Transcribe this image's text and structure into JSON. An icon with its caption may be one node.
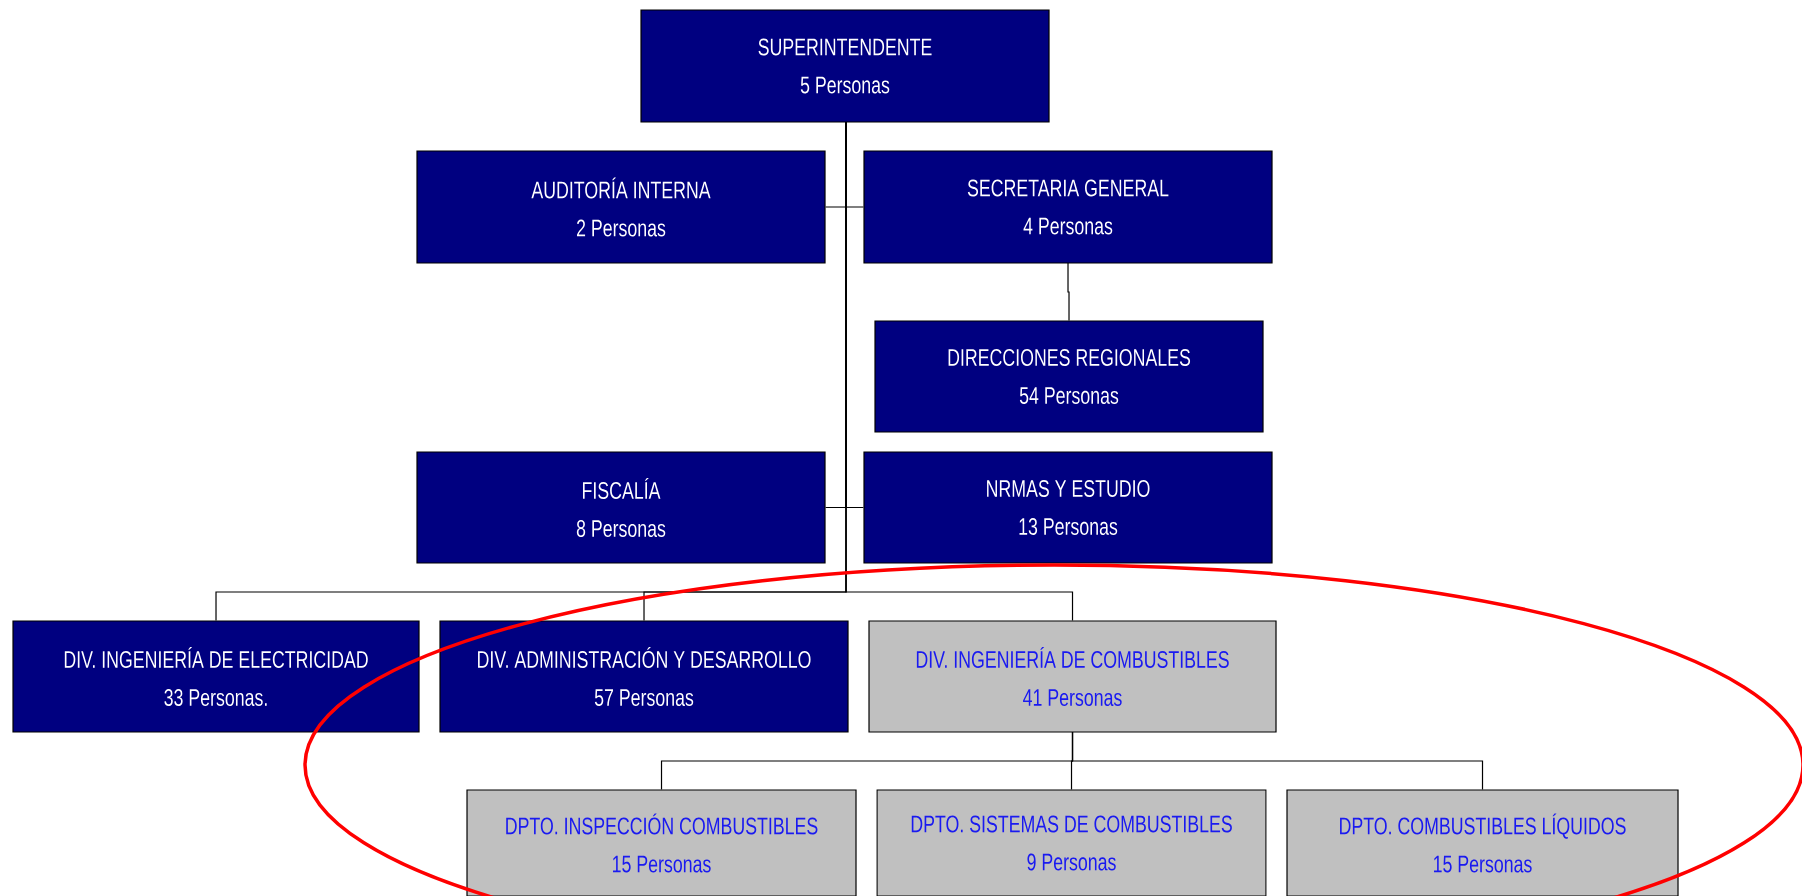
{
  "diagram": {
    "nodes": [
      {
        "text": [
          "SUPERINTENDENTE",
          "5 Personas"
        ]
      },
      {
        "text": [
          "AUDITORÍA INTERNA",
          "2 Personas"
        ]
      },
      {
        "text": [
          "SECRETARIA GENERAL",
          "4 Personas"
        ]
      },
      {
        "text": [
          "DIRECCIONES REGIONALES",
          "54 Personas"
        ]
      },
      {
        "text": [
          "FISCALÍA",
          "8 Personas"
        ]
      },
      {
        "text": [
          "NRMAS Y ESTUDIO",
          "13 Personas"
        ]
      },
      {
        "text": [
          "DIV. INGENIERÍA DE ELECTRICIDAD",
          "33 Personas."
        ]
      },
      {
        "text": [
          "DIV. ADMINISTRACIÓN Y DESARROLLO",
          "57 Personas"
        ]
      },
      {
        "text": [
          "DIV. INGENIERÍA DE COMBUSTIBLES",
          "41 Personas"
        ]
      },
      {
        "text": [
          "DPTO. INSPECCIÓN COMBUSTIBLES",
          "15 Personas"
        ]
      },
      {
        "text": [
          "DPTO. SISTEMAS DE COMBUSTIBLES",
          "9 Personas"
        ]
      },
      {
        "text": [
          "DPTO. COMBUSTIBLES LÍQUIDOS",
          "15 Personas"
        ]
      }
    ],
    "edges": [
      {
        "from": 0,
        "to": 1,
        "arrow": "none"
      },
      {
        "from": 0,
        "to": 2,
        "arrow": "none"
      },
      {
        "from": 2,
        "to": 3,
        "arrow": "none"
      },
      {
        "from": 0,
        "to": 4,
        "arrow": "none"
      },
      {
        "from": 0,
        "to": 5,
        "arrow": "none"
      },
      {
        "from": 0,
        "to": 6,
        "arrow": "none"
      },
      {
        "from": 0,
        "to": 7,
        "arrow": "none"
      },
      {
        "from": 0,
        "to": 8,
        "arrow": "none"
      },
      {
        "from": 8,
        "to": 9,
        "arrow": "none"
      },
      {
        "from": 8,
        "to": 10,
        "arrow": "none"
      },
      {
        "from": 8,
        "to": 11,
        "arrow": "none"
      }
    ]
  }
}
